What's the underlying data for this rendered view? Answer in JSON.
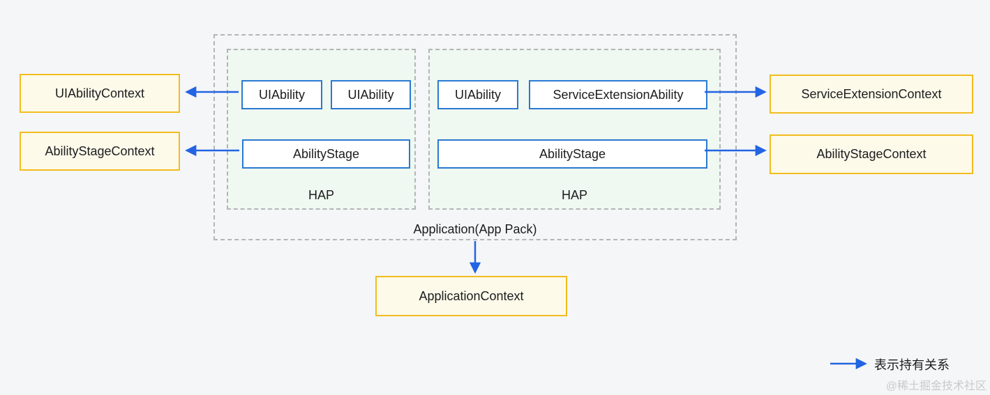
{
  "colors": {
    "page_background": "#f5f6f7",
    "context_box_border": "#f2bc1f",
    "context_box_fill": "#fdfaea",
    "ability_box_border": "#2979d2",
    "ability_box_fill": "#ffffff",
    "hap_fill": "#eff8f1",
    "dashed_border": "#b3b5b7",
    "arrow_blue": "#2264e4",
    "text": "#1c1c1e",
    "watermark": "#c9cacc"
  },
  "diagram": {
    "context_boxes": {
      "left": [
        {
          "label": "UIAbilityContext"
        },
        {
          "label": "AbilityStageContext"
        }
      ],
      "right": [
        {
          "label": "ServiceExtensionContext"
        },
        {
          "label": "AbilityStageContext"
        }
      ],
      "bottom": {
        "label": "ApplicationContext"
      }
    },
    "app_container": {
      "label": "Application(App Pack)"
    },
    "haps": [
      {
        "label": "HAP",
        "abilities": [
          "UIAbility",
          "UIAbility"
        ],
        "stage": "AbilityStage"
      },
      {
        "label": "HAP",
        "abilities": [
          "UIAbility",
          "ServiceExtensionAbility"
        ],
        "stage": "AbilityStage"
      }
    ],
    "legend": {
      "label": "表示持有关系"
    },
    "watermark": "@稀土掘金技术社区"
  }
}
